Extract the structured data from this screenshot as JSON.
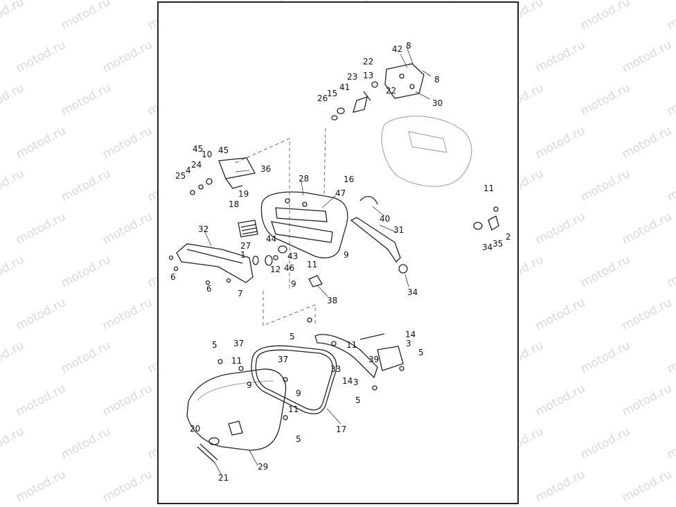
{
  "watermark": "motod.ru",
  "callouts": [
    {
      "id": "c1",
      "label": "1"
    },
    {
      "id": "c2",
      "label": "2"
    },
    {
      "id": "c3a",
      "label": "3"
    },
    {
      "id": "c3b",
      "label": "3"
    },
    {
      "id": "c4",
      "label": "4"
    },
    {
      "id": "c5a",
      "label": "5"
    },
    {
      "id": "c5b",
      "label": "5"
    },
    {
      "id": "c5c",
      "label": "5"
    },
    {
      "id": "c5d",
      "label": "5"
    },
    {
      "id": "c5e",
      "label": "5"
    },
    {
      "id": "c6a",
      "label": "6"
    },
    {
      "id": "c6b",
      "label": "6"
    },
    {
      "id": "c7",
      "label": "7"
    },
    {
      "id": "c8a",
      "label": "8"
    },
    {
      "id": "c8b",
      "label": "8"
    },
    {
      "id": "c9a",
      "label": "9"
    },
    {
      "id": "c9b",
      "label": "9"
    },
    {
      "id": "c9c",
      "label": "9"
    },
    {
      "id": "c9d",
      "label": "9"
    },
    {
      "id": "c10",
      "label": "10"
    },
    {
      "id": "c11a",
      "label": "11"
    },
    {
      "id": "c11b",
      "label": "11"
    },
    {
      "id": "c11c",
      "label": "11"
    },
    {
      "id": "c11d",
      "label": "11"
    },
    {
      "id": "c11e",
      "label": "11"
    },
    {
      "id": "c12",
      "label": "12"
    },
    {
      "id": "c13",
      "label": "13"
    },
    {
      "id": "c14a",
      "label": "14"
    },
    {
      "id": "c14b",
      "label": "14"
    },
    {
      "id": "c15",
      "label": "15"
    },
    {
      "id": "c16",
      "label": "16"
    },
    {
      "id": "c17",
      "label": "17"
    },
    {
      "id": "c18",
      "label": "18"
    },
    {
      "id": "c19",
      "label": "19"
    },
    {
      "id": "c20",
      "label": "20"
    },
    {
      "id": "c21",
      "label": "21"
    },
    {
      "id": "c22a",
      "label": "22"
    },
    {
      "id": "c22b",
      "label": "22"
    },
    {
      "id": "c23",
      "label": "23"
    },
    {
      "id": "c24",
      "label": "24"
    },
    {
      "id": "c25",
      "label": "25"
    },
    {
      "id": "c26",
      "label": "26"
    },
    {
      "id": "c27",
      "label": "27"
    },
    {
      "id": "c28",
      "label": "28"
    },
    {
      "id": "c29",
      "label": "29"
    },
    {
      "id": "c30",
      "label": "30"
    },
    {
      "id": "c31",
      "label": "31"
    },
    {
      "id": "c32",
      "label": "32"
    },
    {
      "id": "c33",
      "label": "33"
    },
    {
      "id": "c34a",
      "label": "34"
    },
    {
      "id": "c34b",
      "label": "34"
    },
    {
      "id": "c35",
      "label": "35"
    },
    {
      "id": "c36",
      "label": "36"
    },
    {
      "id": "c37a",
      "label": "37"
    },
    {
      "id": "c37b",
      "label": "37"
    },
    {
      "id": "c38",
      "label": "38"
    },
    {
      "id": "c39",
      "label": "39"
    },
    {
      "id": "c40",
      "label": "40"
    },
    {
      "id": "c41",
      "label": "41"
    },
    {
      "id": "c42",
      "label": "42"
    },
    {
      "id": "c43",
      "label": "43"
    },
    {
      "id": "c44",
      "label": "44"
    },
    {
      "id": "c45a",
      "label": "45"
    },
    {
      "id": "c45b",
      "label": "45"
    },
    {
      "id": "c46",
      "label": "46"
    },
    {
      "id": "c47",
      "label": "47"
    }
  ]
}
